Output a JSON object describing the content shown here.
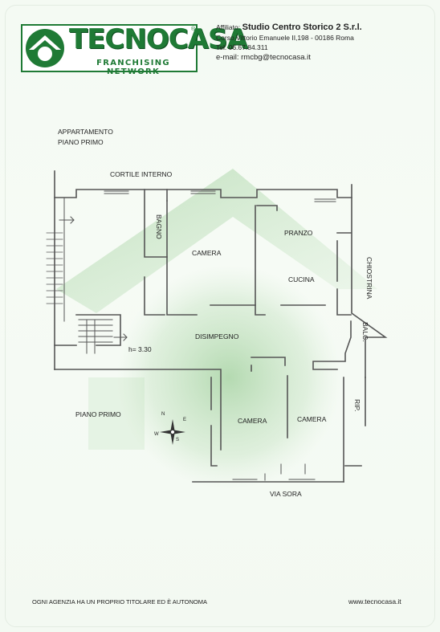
{
  "header": {
    "logo": {
      "brand": "TECNOCASA",
      "registered": "®",
      "tagline": "FRANCHISING NETWORK",
      "icon": "house-in-circle-logo-icon"
    },
    "agency": {
      "affiliate_label": "Affiliato:",
      "affiliate_name": "Studio Centro Storico 2 S.r.l.",
      "address": "Corso Vittorio Emanuele II,198 - 00186 Roma",
      "phone": "Tel. 06.67.84.311",
      "email": "e-mail: rmcbg@tecnocasa.it"
    }
  },
  "property": {
    "type": "APPARTAMENTO",
    "floor": "PIANO PRIMO"
  },
  "floorplan": {
    "courtyard": "CORTILE INTERNO",
    "rooms": {
      "bathroom": "BAGNO",
      "bedroom_1": "CAMERA",
      "dining": "PRANZO",
      "kitchen": "CUCINA",
      "airshaft": "CHIOSTRINA",
      "hallway": "DISIMPEGNO",
      "balcony": "BALC.",
      "bedroom_2": "CAMERA",
      "bedroom_3": "CAMERA",
      "storage": "RIP."
    },
    "ceiling_height": "h= 3.30",
    "floor_label": "PIANO PRIMO",
    "street": "VIA SORA",
    "compass": {
      "n": "N",
      "s": "S",
      "e": "E",
      "w": "W",
      "icon": "compass-rose-icon"
    }
  },
  "footer": {
    "notice": "OGNI AGENZIA HA UN PROPRIO TITOLARE ED È AUTONOMA",
    "website": "www.tecnocasa.it"
  },
  "colors": {
    "brand_green": "#1f7a35",
    "watermark_green": "#7fbf7a"
  }
}
